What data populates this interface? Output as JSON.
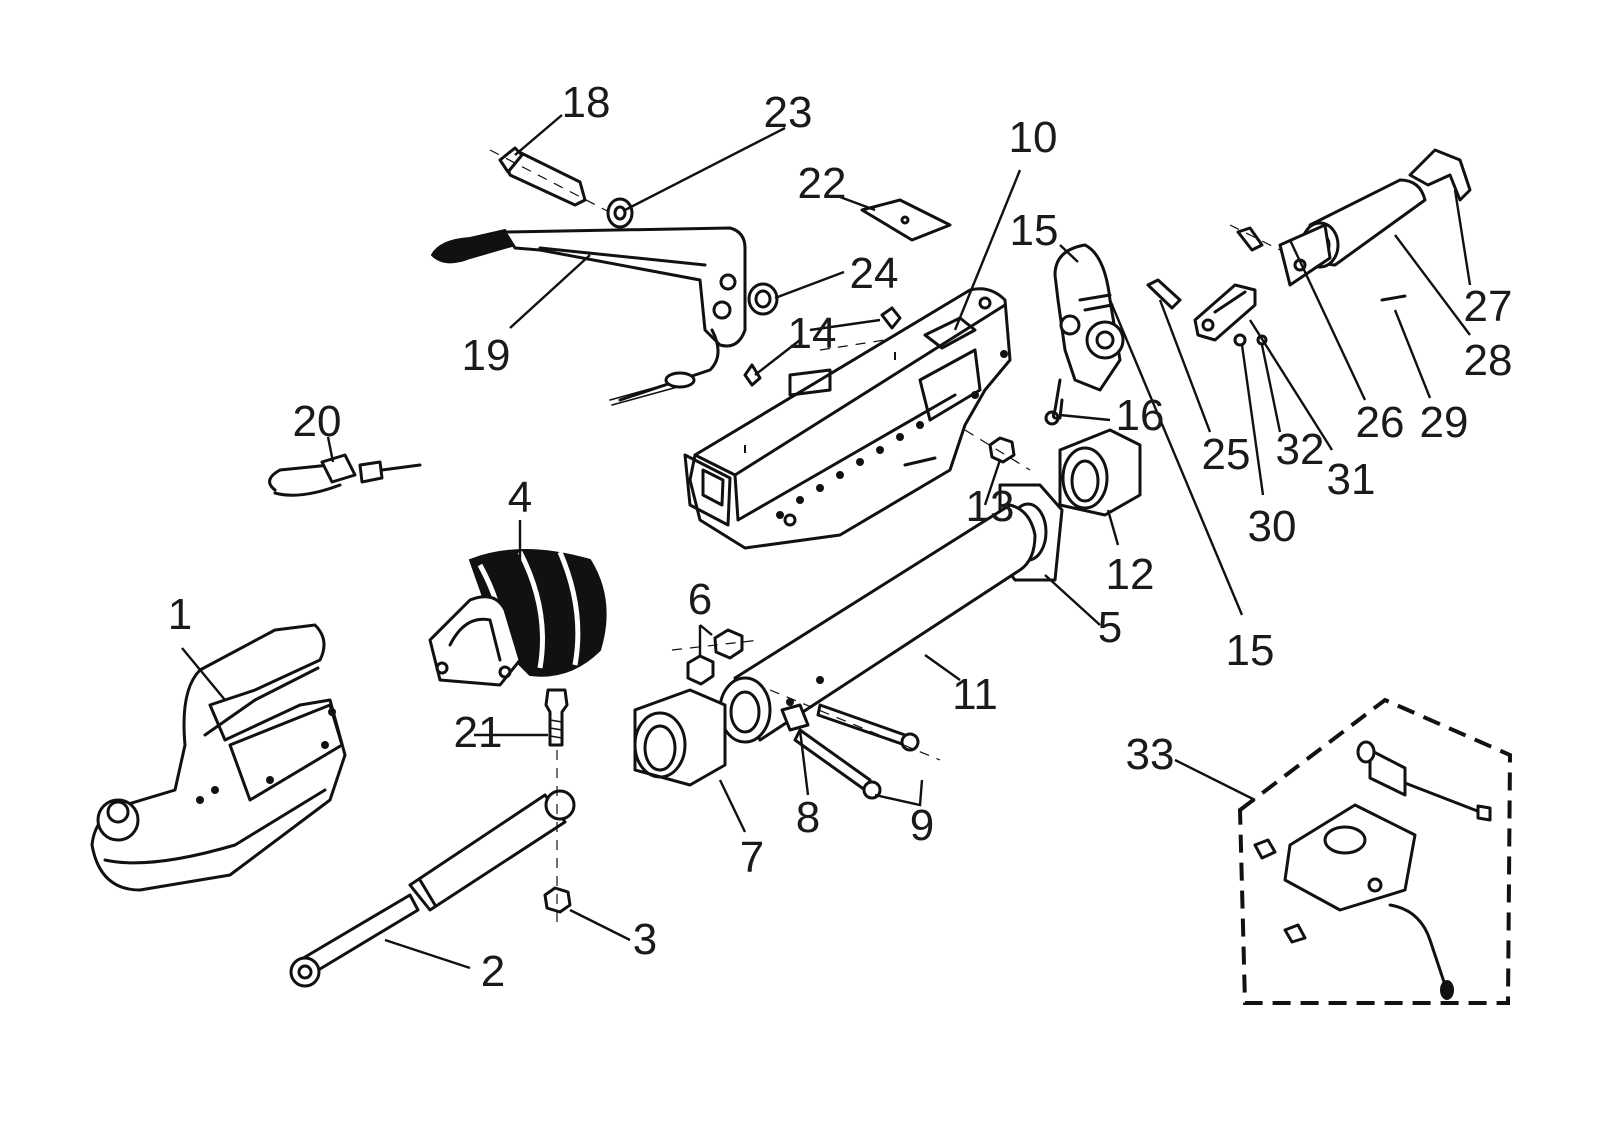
{
  "diagram": {
    "callouts": [
      {
        "id": "1",
        "text": "1"
      },
      {
        "id": "2",
        "text": "2"
      },
      {
        "id": "3",
        "text": "3"
      },
      {
        "id": "4",
        "text": "4"
      },
      {
        "id": "5",
        "text": "5"
      },
      {
        "id": "6",
        "text": "6"
      },
      {
        "id": "7",
        "text": "7"
      },
      {
        "id": "8",
        "text": "8"
      },
      {
        "id": "9",
        "text": "9"
      },
      {
        "id": "10",
        "text": "10"
      },
      {
        "id": "11",
        "text": "11"
      },
      {
        "id": "12",
        "text": "12"
      },
      {
        "id": "13",
        "text": "13"
      },
      {
        "id": "14",
        "text": "14"
      },
      {
        "id": "15a",
        "text": "15"
      },
      {
        "id": "15b",
        "text": "15"
      },
      {
        "id": "16",
        "text": "16"
      },
      {
        "id": "18",
        "text": "18"
      },
      {
        "id": "19",
        "text": "19"
      },
      {
        "id": "20",
        "text": "20"
      },
      {
        "id": "21",
        "text": "21"
      },
      {
        "id": "22",
        "text": "22"
      },
      {
        "id": "23",
        "text": "23"
      },
      {
        "id": "24",
        "text": "24"
      },
      {
        "id": "25",
        "text": "25"
      },
      {
        "id": "26",
        "text": "26"
      },
      {
        "id": "27",
        "text": "27"
      },
      {
        "id": "28",
        "text": "28"
      },
      {
        "id": "29",
        "text": "29"
      },
      {
        "id": "30",
        "text": "30"
      },
      {
        "id": "31",
        "text": "31"
      },
      {
        "id": "32",
        "text": "32"
      },
      {
        "id": "33",
        "text": "33"
      }
    ]
  }
}
